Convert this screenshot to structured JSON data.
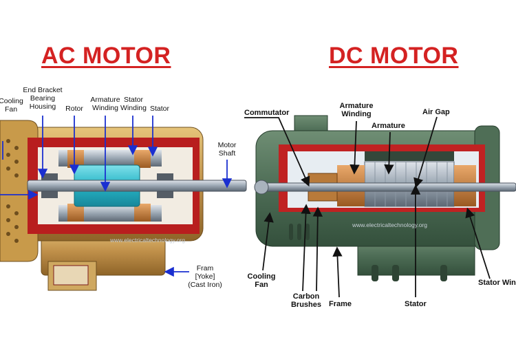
{
  "ac": {
    "title": "AC MOTOR",
    "labels": {
      "cooling_fan": "Cooling\nFan",
      "end_bracket": "End Bracket\nBearing\nHousing",
      "rotor": "Rotor",
      "armature_winding": "Armature\nWinding",
      "stator_winding": "Stator\nWinding",
      "stator": "Stator",
      "motor_shaft": "Motor\nShaft",
      "frame": "Fram\n[Yoke]\n(Cast Iron)"
    },
    "watermark": "www.electricaltechnology.org"
  },
  "dc": {
    "title": "DC MOTOR",
    "labels": {
      "commutator": "Commutator",
      "armature_winding": "Armature\nWinding",
      "armature": "Armature",
      "air_gap": "Air Gap",
      "cooling_fan": "Cooling\nFan",
      "carbon_brushes": "Carbon\nBrushes",
      "frame": "Frame",
      "stator": "Stator",
      "stator_winding": "Stator Wing"
    },
    "watermark": "www.electricaltechnology.org"
  },
  "colors": {
    "title_red": "#d42222",
    "ac_body": "#c89a4a",
    "ac_cut": "#b81e1e",
    "ac_armature": "#28b6c8",
    "dc_body": "#4f6e56",
    "dc_cut": "#c02222",
    "arrow_blue": "#1a2fd0"
  }
}
